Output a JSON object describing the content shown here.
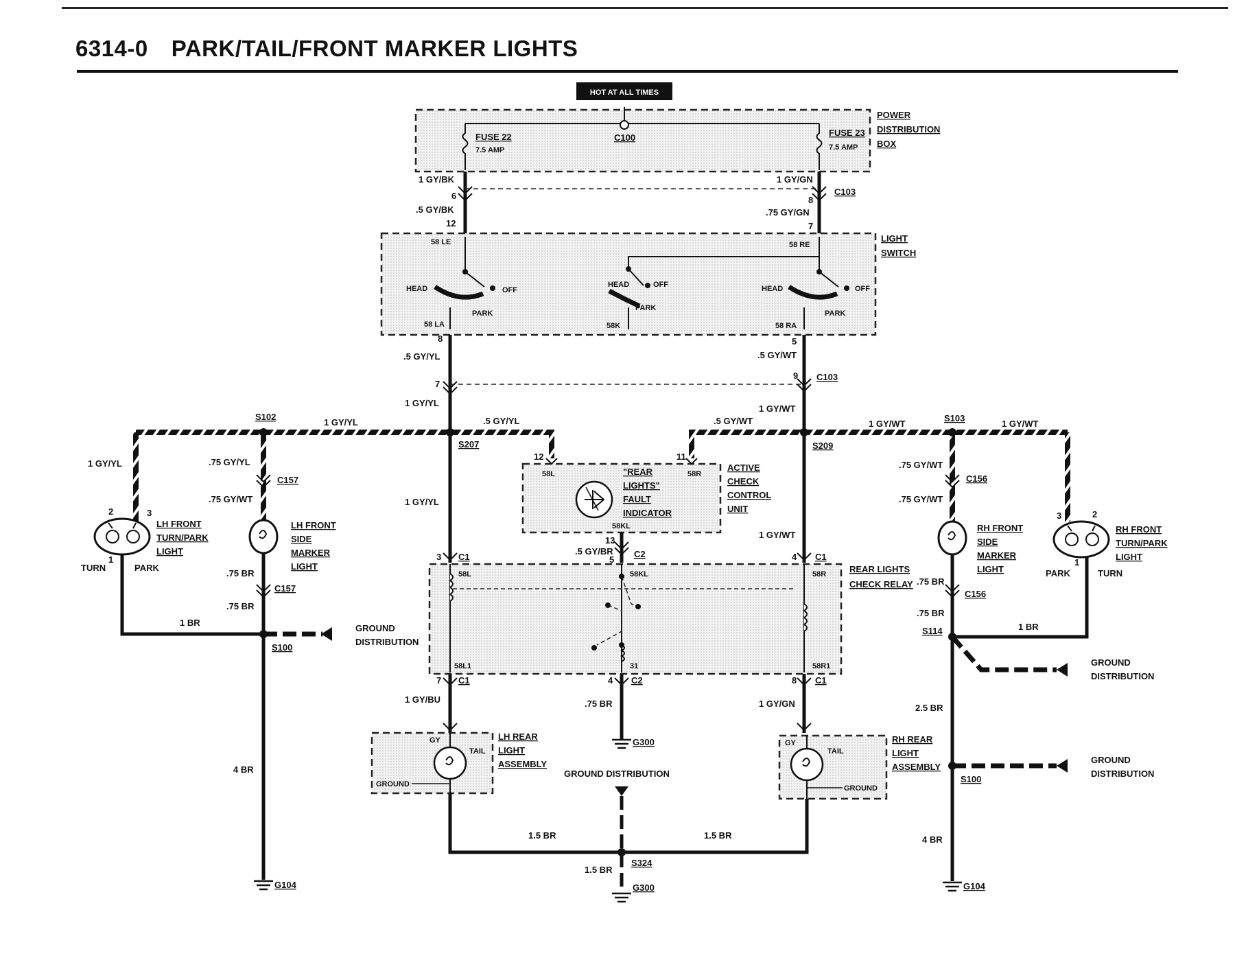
{
  "title": {
    "number": "6314-0",
    "text": "PARK/TAIL/FRONT MARKER LIGHTS"
  },
  "labels": {
    "hot": "HOT AT ALL TIMES",
    "pdb": [
      "POWER",
      "DISTRIBUTION",
      "BOX"
    ],
    "fuse22": "FUSE 22",
    "fuse23": "FUSE 23",
    "amp": "7.5 AMP",
    "c100": "C100",
    "gybk1": "1 GY/BK",
    "gygn1": "1 GY/GN",
    "gybk5": ".5 GY/BK",
    "gygn75": ".75 GY/GN",
    "c103": "C103",
    "n6": "6",
    "n12": "12",
    "n8": "8",
    "n7": "7",
    "n5": "5",
    "n9": "9",
    "n11": "11",
    "n13": "13",
    "n3": "3",
    "n4": "4",
    "n2": "2",
    "n1": "1",
    "ls": [
      "LIGHT",
      "SWITCH"
    ],
    "le58": "58 LE",
    "re58": "58 RE",
    "la58": "58 LA",
    "k58": "58K",
    "ra58": "58 RA",
    "head": "HEAD",
    "off": "OFF",
    "park": "PARK",
    "gyyl5": ".5 GY/YL",
    "gywt5": ".5 GY/WT",
    "gyyl1": "1 GY/YL",
    "gywt1": "1 GY/WT",
    "gyyl75": ".75 GY/YL",
    "gywt75": ".75 GY/WT",
    "s102": "S102",
    "s103": "S103",
    "s207": "S207",
    "s209": "S209",
    "s100": "S100",
    "s114": "S114",
    "s324": "S324",
    "c157": "C157",
    "c156": "C156",
    "c1": "C1",
    "c2": "C2",
    "l58": "58L",
    "r58": "58R",
    "kl58": "58KL",
    "l158": "58L1",
    "r158": "58R1",
    "n31": "31",
    "rlfi": [
      "\"REAR",
      "LIGHTS\"",
      "FAULT",
      "INDICATOR"
    ],
    "accu": [
      "ACTIVE",
      "CHECK",
      "CONTROL",
      "UNIT"
    ],
    "rlcr": [
      "REAR LIGHTS",
      "CHECK RELAY"
    ],
    "gybr5": ".5 GY/BR",
    "lhtp": [
      "LH FRONT",
      "TURN/PARK",
      "LIGHT"
    ],
    "lhsm": [
      "LH FRONT",
      "SIDE",
      "MARKER",
      "LIGHT"
    ],
    "rhsm": [
      "RH FRONT",
      "SIDE",
      "MARKER",
      "LIGHT"
    ],
    "rhtp": [
      "RH FRONT",
      "TURN/PARK",
      "LIGHT"
    ],
    "turn": "TURN",
    "br75": ".75 BR",
    "br1": "1 BR",
    "br4": "4 BR",
    "br25": "2.5 BR",
    "br15": "1.5 BR",
    "gd": [
      "GROUND",
      "DISTRIBUTION"
    ],
    "gdOne": "GROUND DISTRIBUTION",
    "gybu": "1 GY/BU",
    "gygn1b": "1 GY/GN",
    "lhra": [
      "LH REAR",
      "LIGHT",
      "ASSEMBLY"
    ],
    "rhra": [
      "RH REAR",
      "LIGHT",
      "ASSEMBLY"
    ],
    "gy": "GY",
    "tail": "TAIL",
    "ground": "GROUND",
    "g300": "G300",
    "g104": "G104"
  }
}
